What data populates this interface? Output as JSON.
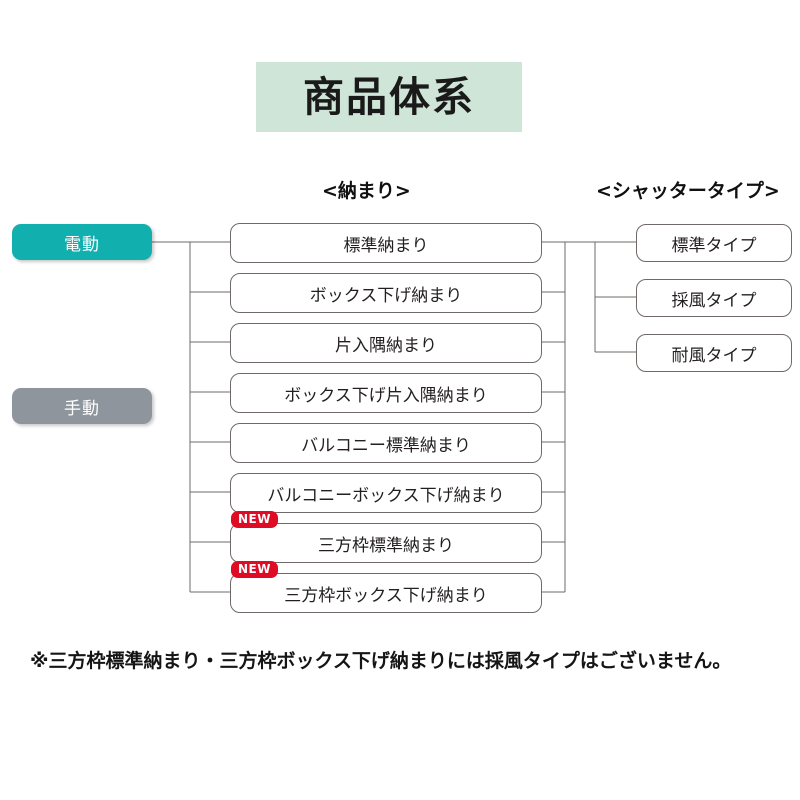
{
  "title": {
    "text": "商品体系",
    "background_color": "#cee5d7"
  },
  "headers": {
    "middle": "<納まり>",
    "right": "<シャッタータイプ>"
  },
  "categories": [
    {
      "label": "電動",
      "color": "#11afad",
      "name": "electric"
    },
    {
      "label": "手動",
      "color": "#8f959d",
      "name": "manual"
    }
  ],
  "osamari_items": [
    {
      "label": "標準納まり",
      "badge": null
    },
    {
      "label": "ボックス下げ納まり",
      "badge": null
    },
    {
      "label": "片入隅納まり",
      "badge": null
    },
    {
      "label": "ボックス下げ片入隅納まり",
      "badge": null
    },
    {
      "label": "バルコニー標準納まり",
      "badge": null
    },
    {
      "label": "バルコニーボックス下げ納まり",
      "badge": null
    },
    {
      "label": "三方枠標準納まり",
      "badge": "NEW"
    },
    {
      "label": "三方枠ボックス下げ納まり",
      "badge": "NEW"
    }
  ],
  "shutter_types": [
    {
      "label": "標準タイプ"
    },
    {
      "label": "採風タイプ"
    },
    {
      "label": "耐風タイプ"
    }
  ],
  "badge": {
    "text": "NEW",
    "color": "#de0c25"
  },
  "footnote": "※三方枠標準納まり・三方枠ボックス下げ納まりには採風タイプはございません。"
}
